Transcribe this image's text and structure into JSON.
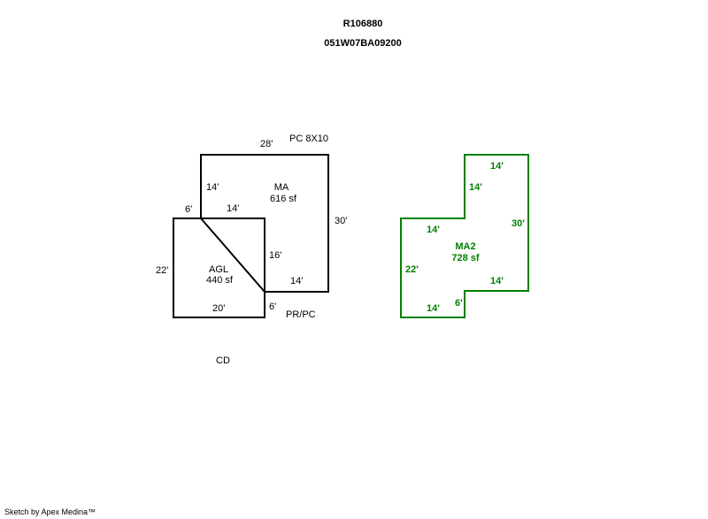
{
  "header": {
    "account_id": "R106880",
    "map_tax_lot": "051W07BA09200"
  },
  "colors": {
    "outline_main": "#000000",
    "outline_alt": "#008000"
  },
  "sketch_left": {
    "areas": [
      {
        "code": "MA",
        "area": "616 sf"
      },
      {
        "code": "AGL",
        "area": "440 sf"
      }
    ],
    "dimensions": {
      "ma_top": "28'",
      "ma_left_upper": "14'",
      "ma_step_top": "14'",
      "ma_right": "30'",
      "ma_inner_right": "16'",
      "ma_bottom": "14'",
      "agl_top_left": "6'",
      "agl_left": "22'",
      "agl_bottom": "20'",
      "agl_right_lower": "6'"
    },
    "annotations": {
      "top_label": "PC 8X10",
      "lower_right_label": "PR/PC",
      "bottom_label": "CD"
    }
  },
  "sketch_right": {
    "area": {
      "code": "MA2",
      "area": "728 sf"
    },
    "dimensions": {
      "top": "14'",
      "upper_left": "14'",
      "right": "30'",
      "step_top": "14'",
      "left": "22'",
      "step_bottom": "14'",
      "notch": "6'",
      "bottom": "14'"
    }
  },
  "footer": {
    "credit": "Sketch by Apex Medina™"
  }
}
